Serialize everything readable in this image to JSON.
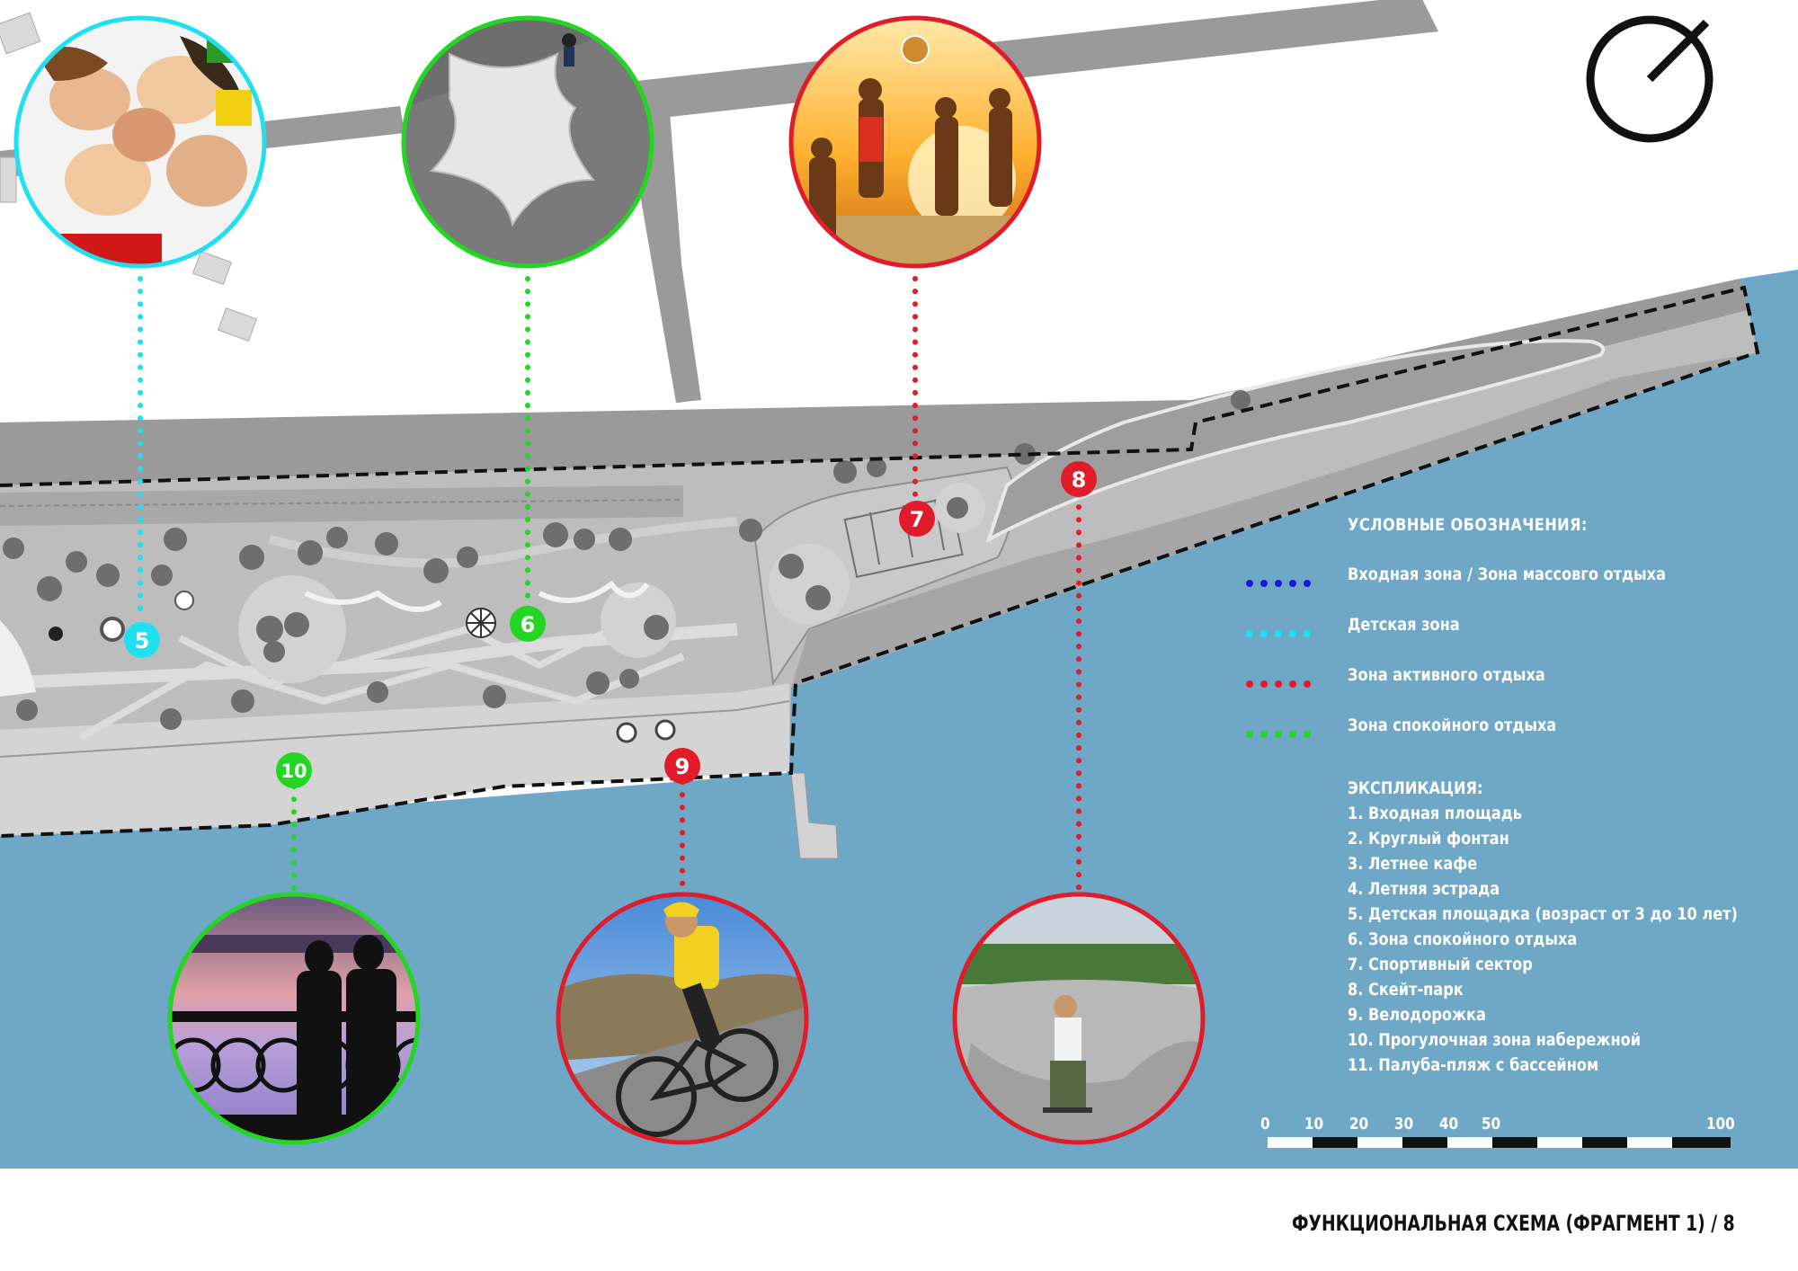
{
  "legend": {
    "title": "УСЛОВНЫЕ ОБОЗНАЧЕНИЯ:",
    "items": [
      {
        "label": "Входная зона / Зона массовго отдыха",
        "color": "#1a1ad6"
      },
      {
        "label": "Детская зона",
        "color": "#1ee0f0"
      },
      {
        "label": "Зона активного отдыха",
        "color": "#e01c2a"
      },
      {
        "label": "Зона спокойного отдыха",
        "color": "#22d622"
      }
    ]
  },
  "explication": {
    "title": "ЭКСПЛИКАЦИЯ:",
    "items": [
      "1. Входная площадь",
      "2. Круглый фонтан",
      "3. Летнее кафе",
      "4. Летняя эстрада",
      "5. Детская площадка (возраст от 3 до 10 лет)",
      "6. Зона спокойного отдыха",
      "7. Спортивный сектор",
      "8. Скейт-парк",
      "9. Велодорожка",
      "10. Прогулочная зона набережной",
      "11. Палуба-пляж с бассейном"
    ]
  },
  "scale_bar": {
    "labels": [
      "0",
      "10",
      "20",
      "30",
      "40",
      "50",
      "100"
    ]
  },
  "markers": [
    {
      "number": "5",
      "zone": "Детская зона",
      "color": "#1ee0f0"
    },
    {
      "number": "6",
      "zone": "Зона спокойного отдыха",
      "color": "#22d622"
    },
    {
      "number": "7",
      "zone": "Зона активного отдыха",
      "color": "#e01c2a"
    },
    {
      "number": "8",
      "zone": "Зона активного отдыха",
      "color": "#e01c2a"
    },
    {
      "number": "9",
      "zone": "Зона активного отдыха",
      "color": "#e01c2a"
    },
    {
      "number": "10",
      "zone": "Зона спокойного отдыха",
      "color": "#22d622"
    }
  ],
  "photos": [
    {
      "subject": "children-faces",
      "border_color": "#1ee0f0"
    },
    {
      "subject": "curved-bench",
      "border_color": "#22d622"
    },
    {
      "subject": "beach-volleyball",
      "border_color": "#e01c2a"
    },
    {
      "subject": "embankment-couple",
      "border_color": "#22d622"
    },
    {
      "subject": "cyclist",
      "border_color": "#e01c2a"
    },
    {
      "subject": "skatepark",
      "border_color": "#e01c2a"
    }
  ],
  "colors": {
    "water": "#6fa7c7",
    "road": "#9a9a9a",
    "park": "#bfbfbf",
    "promenade": "#d4d4d4"
  },
  "footer": {
    "title": "ФУНКЦИОНАЛЬНАЯ СХЕМА (ФРАГМЕНТ 1) / 8"
  }
}
